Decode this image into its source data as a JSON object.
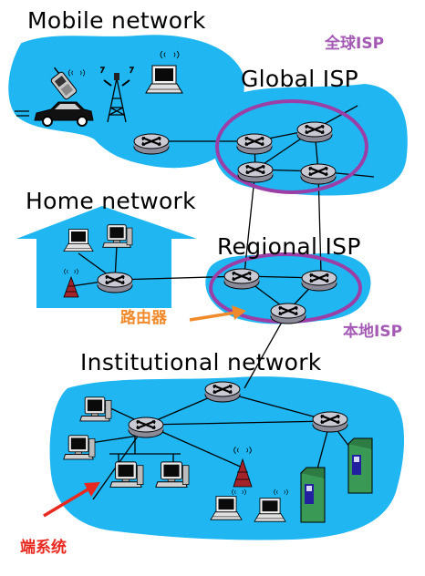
{
  "labels": {
    "mobile_network": "Mobile network",
    "global_isp": "Global ISP",
    "home_network": "Home network",
    "regional_isp": "Regional ISP",
    "institutional_network": "Institutional network",
    "global_isp_cn": "全球ISP",
    "local_isp_cn": "本地ISP",
    "router_cn": "路由器",
    "end_system_cn": "端系统"
  },
  "colors": {
    "network_fill": "#1fb6f2",
    "isp_ellipse": "#9b3fa7",
    "annotation_orange": "#f08a2a",
    "annotation_red": "#e8291f",
    "annotation_purple": "#a45ab5",
    "router_body": "#c9c9d3",
    "link": "#000000"
  },
  "icons": [
    "router-icon",
    "laptop-icon",
    "desktop-pc-icon",
    "cell-phone-icon",
    "car-icon",
    "cell-tower-icon",
    "wireless-access-point-icon",
    "server-icon",
    "arrow-icon"
  ]
}
